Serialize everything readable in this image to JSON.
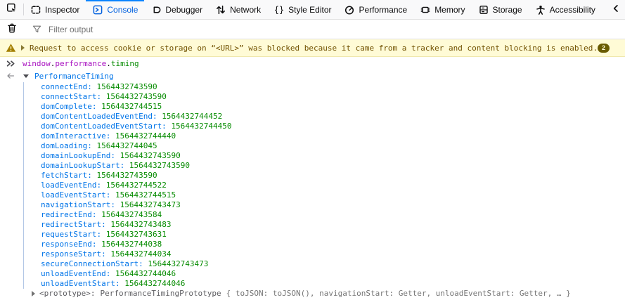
{
  "devtools": {
    "tabbar": {
      "tabs": [
        {
          "id": "inspector",
          "label": "Inspector",
          "icon": "inspector-icon",
          "active": false
        },
        {
          "id": "console",
          "label": "Console",
          "icon": "console-icon",
          "active": true
        },
        {
          "id": "debugger",
          "label": "Debugger",
          "icon": "debugger-icon",
          "active": false
        },
        {
          "id": "network",
          "label": "Network",
          "icon": "network-arrows-icon",
          "active": false
        },
        {
          "id": "style-editor",
          "label": "Style Editor",
          "icon": "braces-icon",
          "active": false
        },
        {
          "id": "performance",
          "label": "Performance",
          "icon": "gauge-icon",
          "active": false
        },
        {
          "id": "memory",
          "label": "Memory",
          "icon": "chip-icon",
          "active": false
        },
        {
          "id": "storage",
          "label": "Storage",
          "icon": "storage-icon",
          "active": false
        },
        {
          "id": "accessibility",
          "label": "Accessibility",
          "icon": "accessibility-icon",
          "active": false
        }
      ]
    },
    "filterbar": {
      "filter_placeholder": "Filter output"
    },
    "console": {
      "warning": {
        "message": "Request to access cookie or storage on “<URL>” was blocked because it came from a tracker and content blocking is enabled.",
        "count": "2"
      },
      "command": {
        "segments": [
          {
            "text": "window",
            "color": "purple"
          },
          {
            "text": ".",
            "color": "default"
          },
          {
            "text": "performance",
            "color": "purple"
          },
          {
            "text": ".",
            "color": "default"
          },
          {
            "text": "timing",
            "color": "green"
          }
        ]
      },
      "result": {
        "object_name": "PerformanceTiming"
      },
      "properties": [
        {
          "name": "connectEnd",
          "value": "1564432743590"
        },
        {
          "name": "connectStart",
          "value": "1564432743590"
        },
        {
          "name": "domComplete",
          "value": "1564432744515"
        },
        {
          "name": "domContentLoadedEventEnd",
          "value": "1564432744452"
        },
        {
          "name": "domContentLoadedEventStart",
          "value": "1564432744450"
        },
        {
          "name": "domInteractive",
          "value": "1564432744440"
        },
        {
          "name": "domLoading",
          "value": "1564432744045"
        },
        {
          "name": "domainLookupEnd",
          "value": "1564432743590"
        },
        {
          "name": "domainLookupStart",
          "value": "1564432743590"
        },
        {
          "name": "fetchStart",
          "value": "1564432743590"
        },
        {
          "name": "loadEventEnd",
          "value": "1564432744522"
        },
        {
          "name": "loadEventStart",
          "value": "1564432744515"
        },
        {
          "name": "navigationStart",
          "value": "1564432743473"
        },
        {
          "name": "redirectEnd",
          "value": "1564432743584"
        },
        {
          "name": "redirectStart",
          "value": "1564432743483"
        },
        {
          "name": "requestStart",
          "value": "1564432743631"
        },
        {
          "name": "responseEnd",
          "value": "1564432744038"
        },
        {
          "name": "responseStart",
          "value": "1564432744034"
        },
        {
          "name": "secureConnectionStart",
          "value": "1564432743473"
        },
        {
          "name": "unloadEventEnd",
          "value": "1564432744046"
        },
        {
          "name": "unloadEventStart",
          "value": "1564432744046"
        }
      ],
      "prototype": {
        "label": "<prototype>:",
        "class_name": "PerformanceTimingPrototype",
        "preview": "{ toJSON: toJSON(), navigationStart: Getter, unloadEventStart: Getter, … }"
      }
    },
    "colors": {
      "accent_blue": "#0060df",
      "underline_blue": "#0a84ff",
      "property_blue": "#0074e8",
      "value_green": "#058b00",
      "input_purple": "#a913c1",
      "warning_text": "#715100",
      "warning_bg": "#fffbd6",
      "badge_bg": "#6a5c00"
    }
  }
}
